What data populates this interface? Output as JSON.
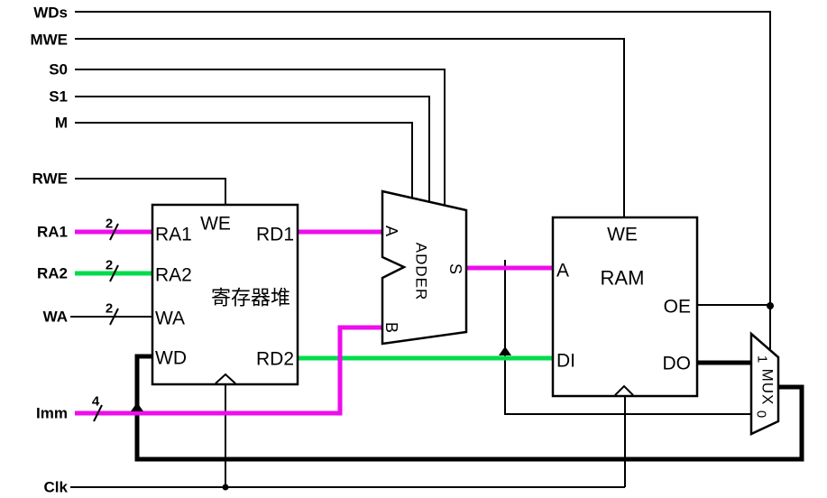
{
  "diagram": {
    "type": "digital-datapath-schematic",
    "description": "Register file, ADDER, RAM and MUX datapath with highlighted buses"
  },
  "colors": {
    "wire_black": "#000000",
    "wire_magenta": "#ED0DED",
    "wire_green": "#00DC4B",
    "block_fill": "#ffffff",
    "block_stroke": "#000000",
    "background": "#ffffff"
  },
  "signals": {
    "top": [
      {
        "label": "WDs"
      },
      {
        "label": "MWE"
      },
      {
        "label": "S0"
      },
      {
        "label": "S1"
      },
      {
        "label": "M"
      }
    ],
    "left": [
      {
        "label": "RWE"
      },
      {
        "label": "RA1",
        "bus": "2",
        "wire_color": "#ED0DED"
      },
      {
        "label": "RA2",
        "bus": "2",
        "wire_color": "#00DC4B"
      },
      {
        "label": "WA",
        "bus": "2",
        "wire_color": "#000000"
      },
      {
        "label": "Imm",
        "bus": "4",
        "wire_color": "#ED0DED"
      },
      {
        "label": "Clk"
      }
    ]
  },
  "blocks": {
    "register_file": {
      "name": "寄存器堆",
      "top_port": "WE",
      "left_ports": [
        "RA1",
        "RA2",
        "WA",
        "WD"
      ],
      "right_ports": [
        "RD1",
        "RD2"
      ],
      "has_clock_chevron": true
    },
    "adder": {
      "name": "ADDER",
      "inputs": [
        "A",
        "B"
      ],
      "output": "S"
    },
    "ram": {
      "name": "RAM",
      "top_port": "WE",
      "left_ports": [
        "A",
        "DI"
      ],
      "right_ports": [
        "OE",
        "DO"
      ],
      "has_clock_chevron": true
    },
    "mux": {
      "name": "MUX",
      "inputs": [
        "1",
        "0"
      ]
    }
  }
}
